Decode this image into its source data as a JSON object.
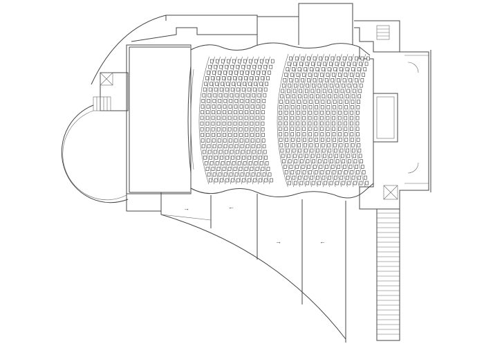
{
  "colors": {
    "line": "#444444",
    "thin": "#666666",
    "background": "#ffffff"
  },
  "seating": {
    "left_block": {
      "rows": 12,
      "seats_per_row": 22
    },
    "right_block": {
      "rows": 14,
      "seats_per_row": 24
    }
  },
  "icons": [
    "arrow-right-icon",
    "arrow-left-icon",
    "stair-icon",
    "door-icon"
  ]
}
